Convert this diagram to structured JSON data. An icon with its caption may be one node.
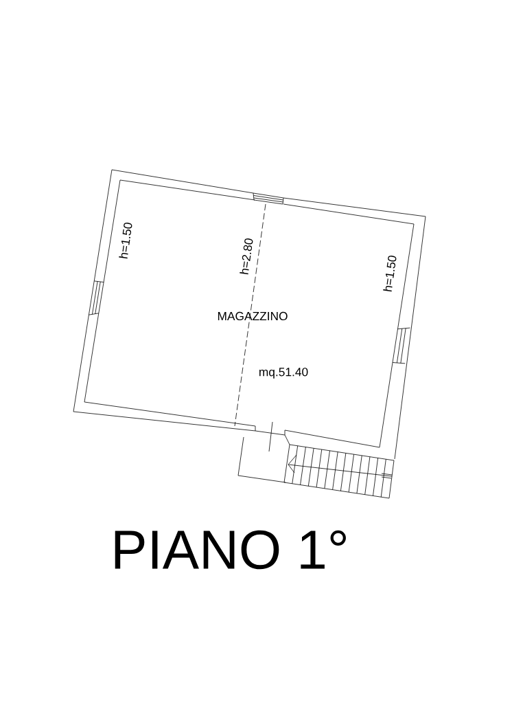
{
  "diagram": {
    "title": "PIANO 1°",
    "labels": [
      "h=1.50",
      "h=2.80",
      "h=1.50",
      "MAGAZZINO",
      "mq.51.40"
    ]
  }
}
